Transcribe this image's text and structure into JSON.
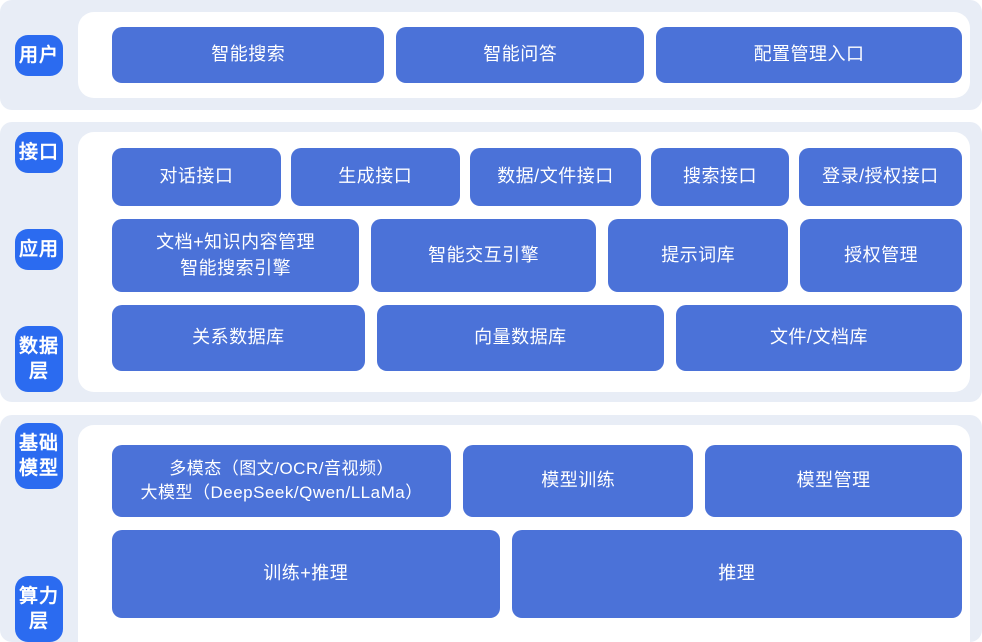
{
  "colors": {
    "layer_band_bg": "#e8edf6",
    "inner_panel_bg": "#ffffff",
    "layer_label_blue": "#2b6bf0",
    "node_blue": "#4b72d8",
    "node_text": "#ffffff"
  },
  "layers": {
    "user": {
      "label": "用户",
      "buttons": [
        "智能搜索",
        "智能问答",
        "配置管理入口"
      ]
    },
    "middle": {
      "labels": [
        "接口",
        "应用",
        "数据层"
      ],
      "interface_row": [
        "对话接口",
        "生成接口",
        "数据/文件接口",
        "搜索接口",
        "登录/授权接口"
      ],
      "app_row": {
        "box1_lines": [
          "文档+知识内容管理",
          "智能搜索引擎"
        ],
        "others": [
          "智能交互引擎",
          "提示词库",
          "授权管理"
        ]
      },
      "data_row": [
        "关系数据库",
        "向量数据库",
        "文件/文档库"
      ]
    },
    "bottom": {
      "labels": [
        "基础模型",
        "算力层"
      ],
      "model_row": {
        "box1_lines": [
          "多模态（图文/OCR/音视频）",
          "大模型（DeepSeek/Qwen/LLaMa）"
        ],
        "others": [
          "模型训练",
          "模型管理"
        ]
      },
      "compute_row": [
        "训练+推理",
        "推理"
      ]
    }
  }
}
